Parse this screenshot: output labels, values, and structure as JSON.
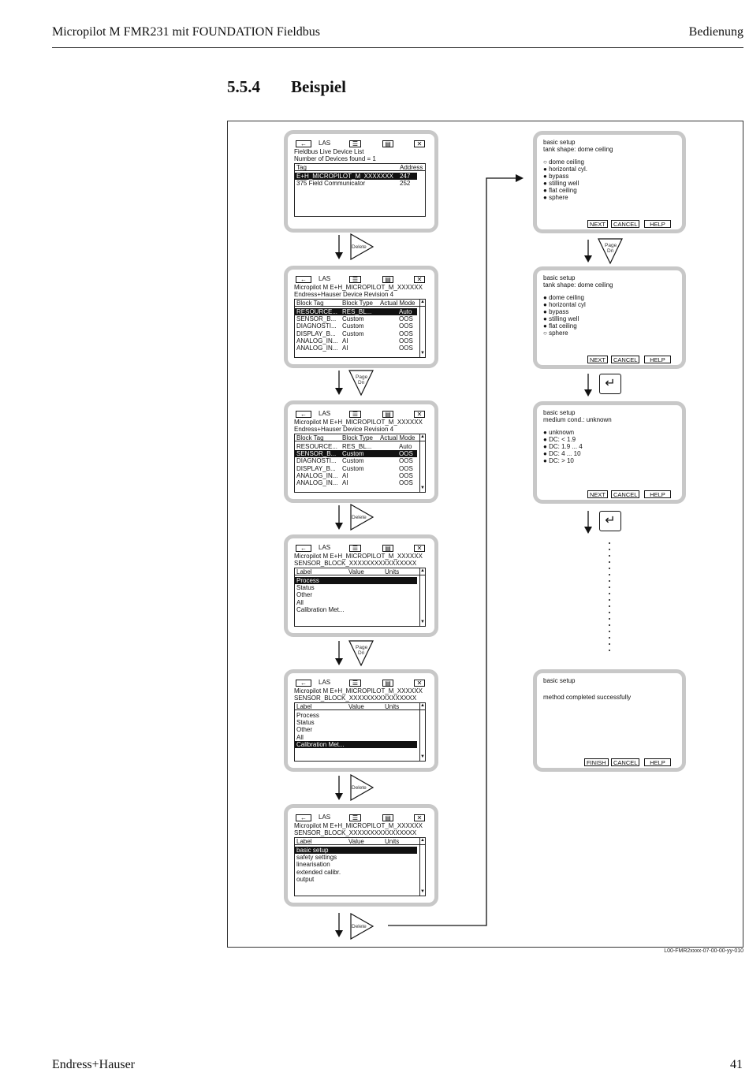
{
  "page": {
    "header_left": "Micropilot M FMR231 mit FOUNDATION Fieldbus",
    "header_right": "Bedienung",
    "section_number": "5.5.4",
    "section_title": "Beispiel",
    "figure_code": "L00-FMR2xxxx-07-00-00-yy-010",
    "footer_left": "Endress+Hauser",
    "footer_right": "41"
  },
  "toolbar": {
    "las": "LAS"
  },
  "keys": {
    "delete": "Delete",
    "page": "Page",
    "dn": "Dn"
  },
  "screen1": {
    "title": "Fieldbus Live Device List",
    "count": "Number of Devices found = 1",
    "col_tag": "Tag",
    "col_address": "Address",
    "rows": [
      {
        "tag": "E+H_MICROPILOT_M_XXXXXXX",
        "address": "247"
      },
      {
        "tag": "375 Field Communicator",
        "address": "252"
      }
    ]
  },
  "device": {
    "line1": "Micropilot M E+H_MICROPILOT_M_XXXXXX",
    "line2": "Endress+Hauser Device Revision 4",
    "col_tag": "Block Tag",
    "col_type": "Block Type",
    "col_mode": "Actual Mode",
    "blocks": [
      {
        "tag": "RESOURCE...",
        "type": "RES_BL...",
        "mode": "Auto"
      },
      {
        "tag": "SENSOR_B...",
        "type": "Custom",
        "mode": "OOS"
      },
      {
        "tag": "DIAGNOSTI...",
        "type": "Custom",
        "mode": "OOS"
      },
      {
        "tag": "DISPLAY_B...",
        "type": "Custom",
        "mode": "OOS"
      },
      {
        "tag": "ANALOG_IN...",
        "type": "AI",
        "mode": "OOS"
      },
      {
        "tag": "ANALOG_IN...",
        "type": "AI",
        "mode": "OOS"
      }
    ]
  },
  "sensor": {
    "line1": "Micropilot M E+H_MICROPILOT_M_XXXXXX",
    "line2": "SENSOR_BLOCK_XXXXXXXXXXXXXXXX",
    "col_label": "Label",
    "col_value": "Value",
    "col_units": "Units",
    "menu1": [
      "Process",
      "Status",
      "Other",
      "All",
      "Calibration Met..."
    ],
    "menu2": [
      "basic setup",
      "safety settings",
      "linearisation",
      "extended calibr.",
      "output"
    ]
  },
  "setup": {
    "title": "basic setup",
    "tank_shape_label": "tank shape: dome ceiling",
    "tank_options": [
      "dome ceiling",
      "horizontal cyl.",
      "bypass",
      "stilling well",
      "flat ceiling",
      "sphere"
    ],
    "tank_options_b": [
      "dome ceiling",
      "horizontal cyl",
      "bypass",
      "stilling well",
      "flat ceiling",
      "sphere"
    ],
    "medium_label": "medium cond.: unknown",
    "medium_options": [
      "unknown",
      "DC: < 1.9",
      "DC: 1.9 ... 4",
      "DC: 4 ... 10",
      "DC: > 10"
    ],
    "done_msg": "method completed successfully",
    "btn_next": "NEXT",
    "btn_cancel": "CANCEL",
    "btn_help": "HELP",
    "btn_finish": "FINISH"
  }
}
